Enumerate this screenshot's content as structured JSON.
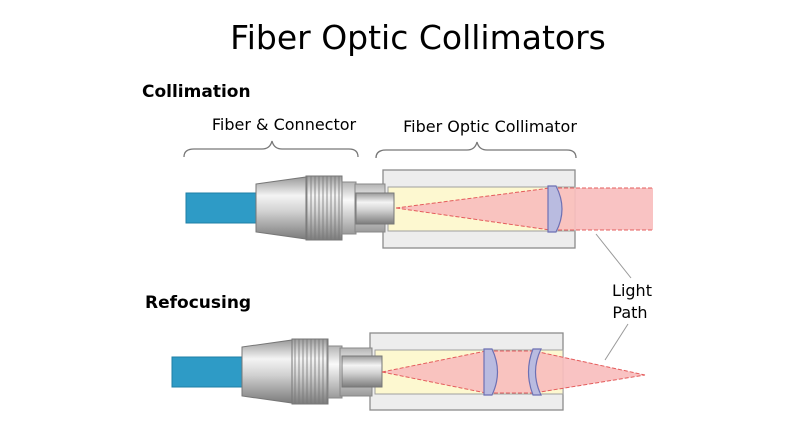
{
  "title": "Fiber Optic Collimators",
  "sections": {
    "collimation": "Collimation",
    "refocusing": "Refocusing"
  },
  "labels": {
    "fiber_connector": "Fiber & Connector",
    "collimator": "Fiber Optic Collimator",
    "light_path_line1": "Light",
    "light_path_line2": "Path"
  },
  "colors": {
    "fiber_blue": "#2e9bc6",
    "beam_pink": "#f8bdbd",
    "beam_edge": "#e45c5c",
    "housing_fill": "#ededed",
    "housing_stroke": "#8c8c8c",
    "inner_yellow": "#fdf8d0",
    "lens_fill": "#b9bbe0",
    "lens_stroke": "#6d70b3"
  }
}
